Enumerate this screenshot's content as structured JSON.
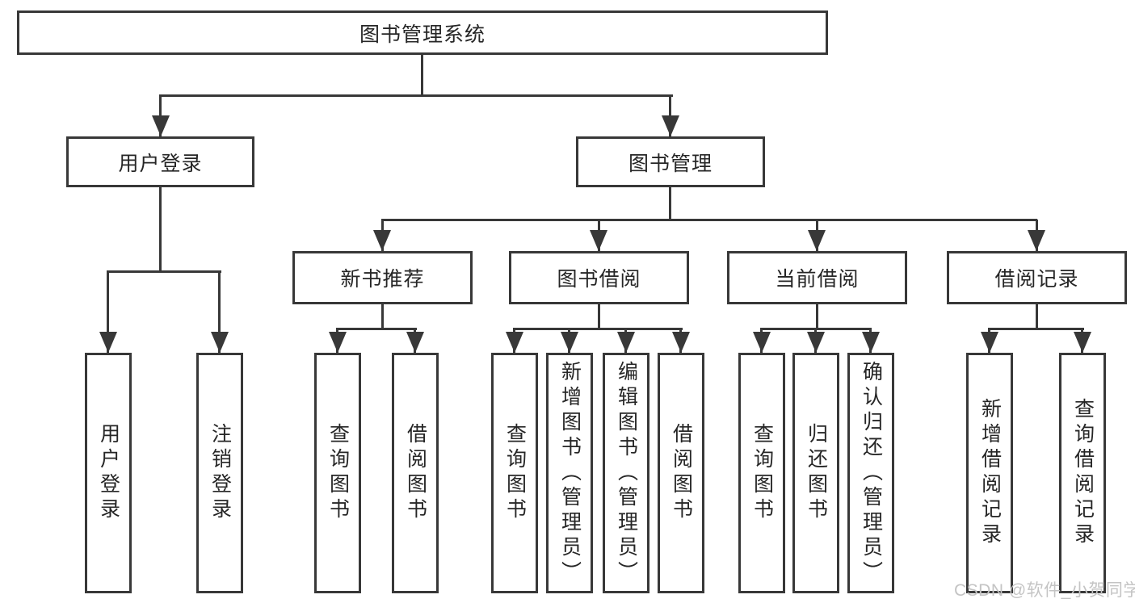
{
  "diagram": {
    "type": "hierarchy-tree",
    "colors": {
      "line": "#383838",
      "box_border": "#383838",
      "box_fill": "#ffffff",
      "text": "#262626",
      "background": "#ffffff",
      "watermark": "#c4c4c4"
    },
    "nodes": {
      "root": "图书管理系统",
      "userLogin": "用户登录",
      "bookManagement": "图书管理",
      "newBookRecommend": "新书推荐",
      "bookBorrow": "图书借阅",
      "currentBorrow": "当前借阅",
      "borrowRecord": "借阅记录",
      "leafUserLogin": "用户登录",
      "leafLogout": "注销登录",
      "leafNbrQueryBook": "查询图书",
      "leafNbrBorrowBook": "借阅图书",
      "leafBbQueryBook": "查询图书",
      "leafBbAddBook": "新增图书（管理员）",
      "leafBbEditBook": "编辑图书（管理员）",
      "leafBbBorrowBook": "借阅图书",
      "leafCbQueryBook": "查询图书",
      "leafCbReturnBook": "归还图书",
      "leafCbConfirmReturn": "确认归还（管理员）",
      "leafBrAddRecord": "新增借阅记录",
      "leafBrQueryRecord": "查询借阅记录"
    },
    "watermark": "CSDN @软件_小贺同学"
  }
}
